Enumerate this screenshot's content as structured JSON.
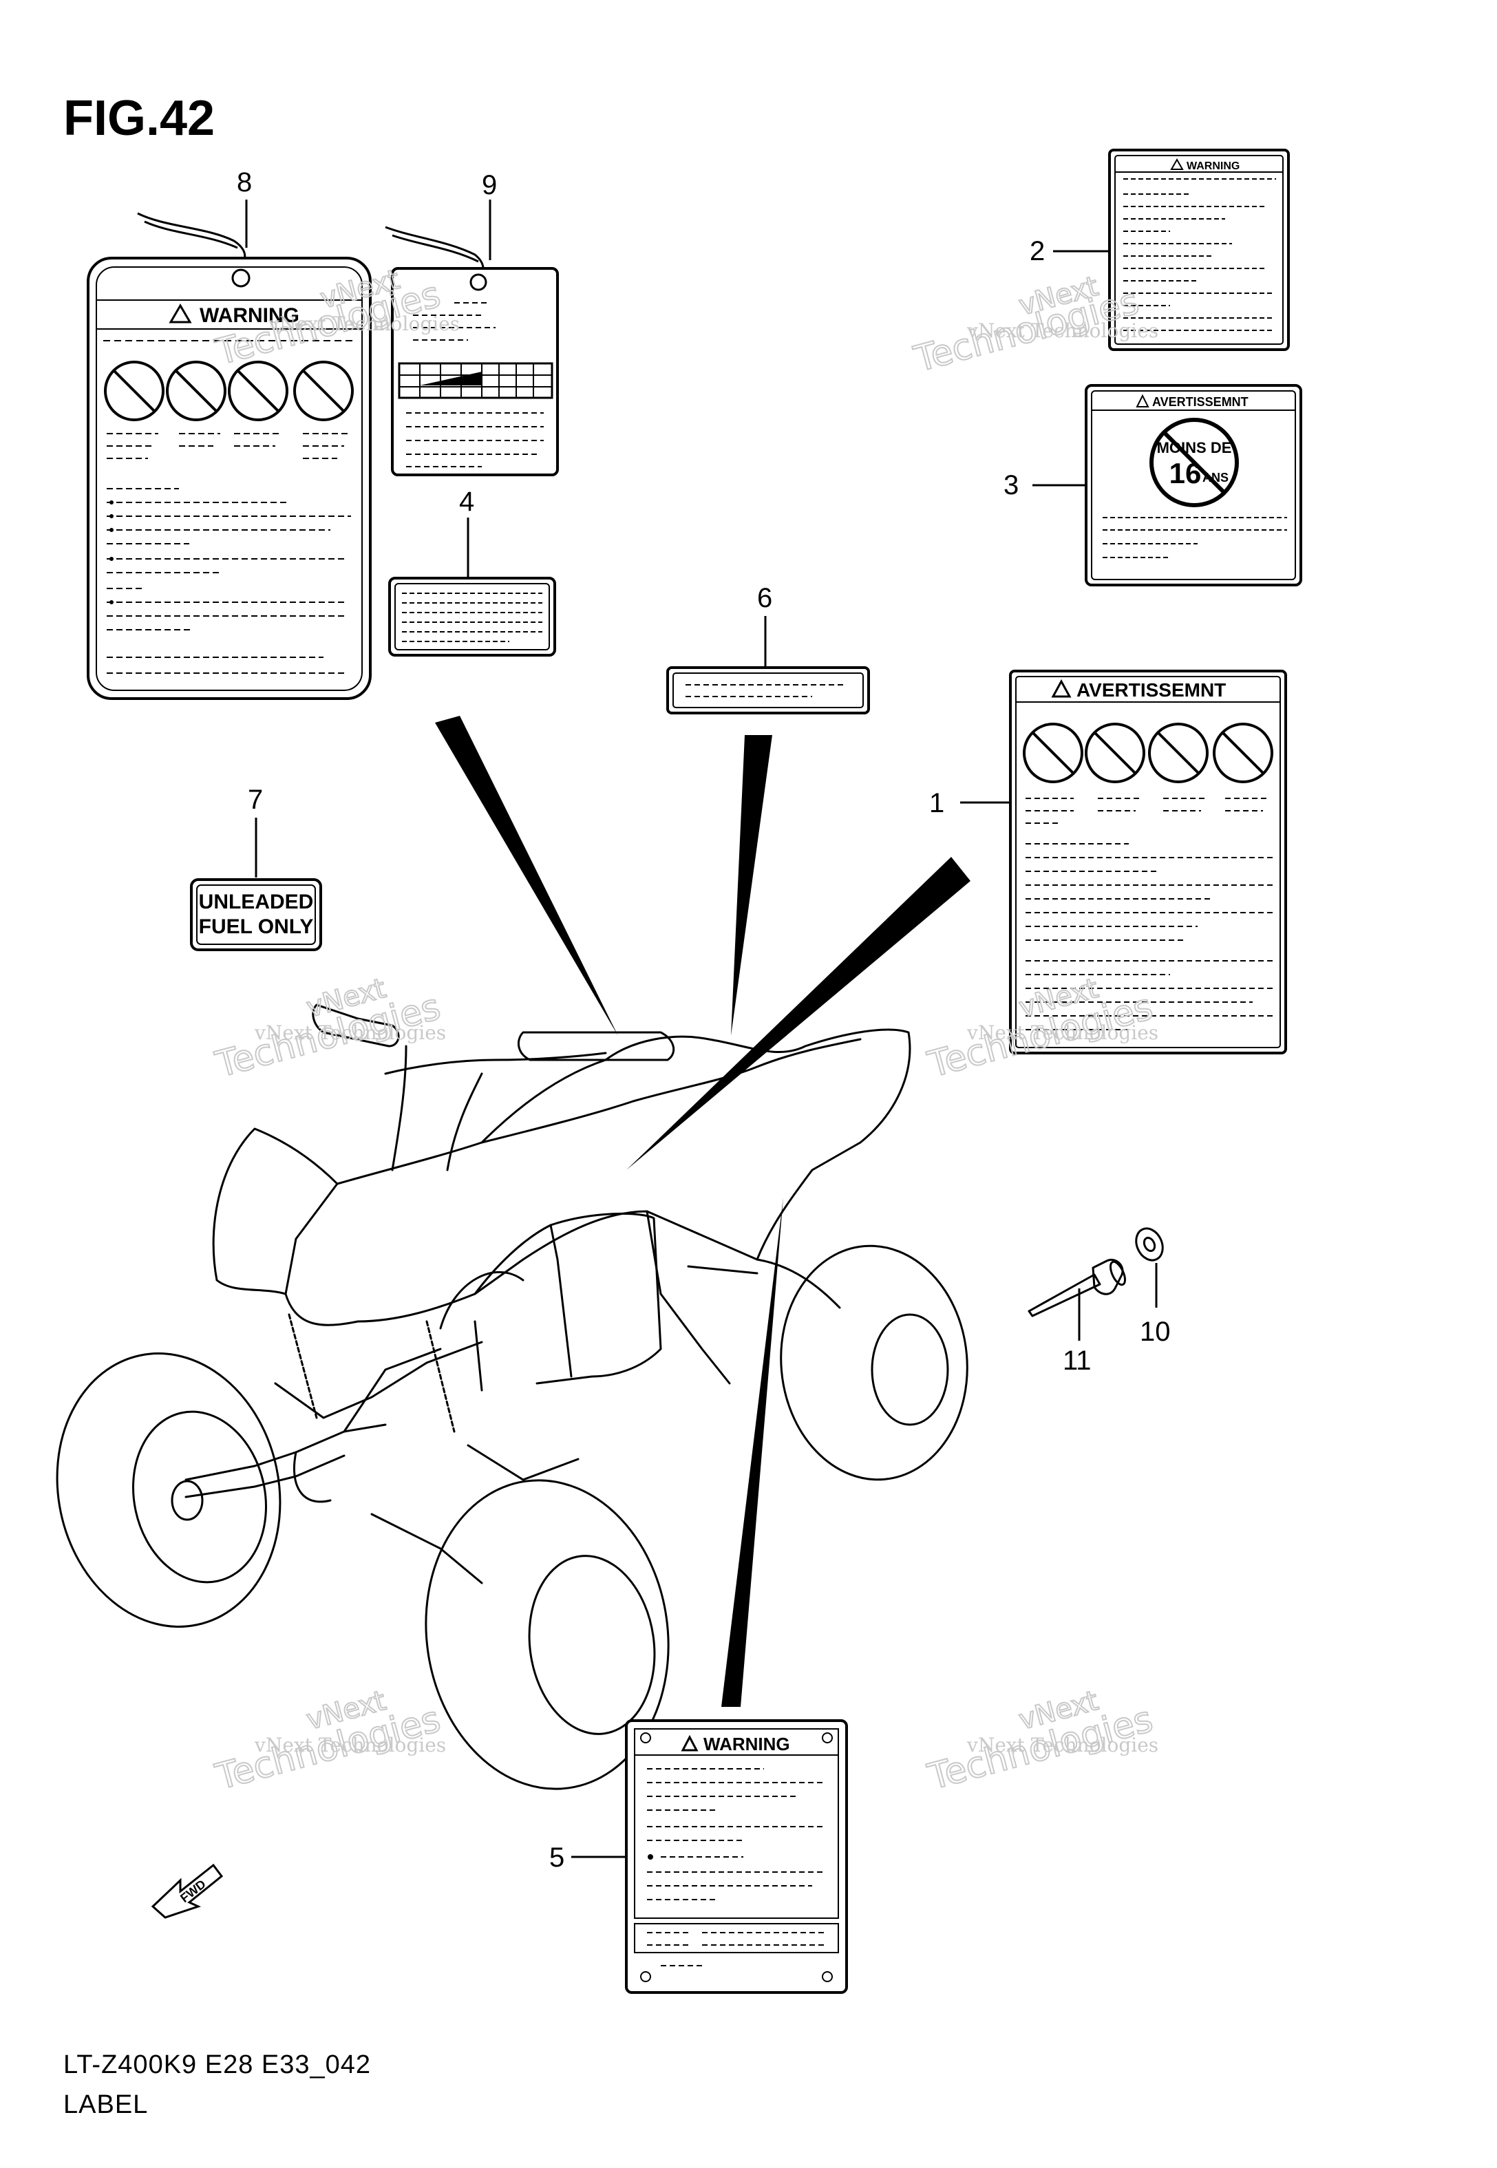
{
  "figure": {
    "title": "FIG.42",
    "model_code": "LT-Z400K9 E28 E33_042",
    "caption": "LABEL"
  },
  "callouts": {
    "c1": "1",
    "c2": "2",
    "c3": "3",
    "c4": "4",
    "c5": "5",
    "c6": "6",
    "c7": "7",
    "c8": "8",
    "c9": "9",
    "c10": "10",
    "c11": "11"
  },
  "labels": {
    "warning": "WARNING",
    "avertissement": "AVERTISSEMNT",
    "moins_de": "MOINS DE",
    "age": "16",
    "ans": "ANS",
    "unleaded_line1": "UNLEADED",
    "unleaded_line2": "FUEL ONLY",
    "fwd": "FWD"
  },
  "watermark": {
    "line1": "vNext Technologies",
    "line2": "vNext",
    "line3": "Technologies"
  }
}
